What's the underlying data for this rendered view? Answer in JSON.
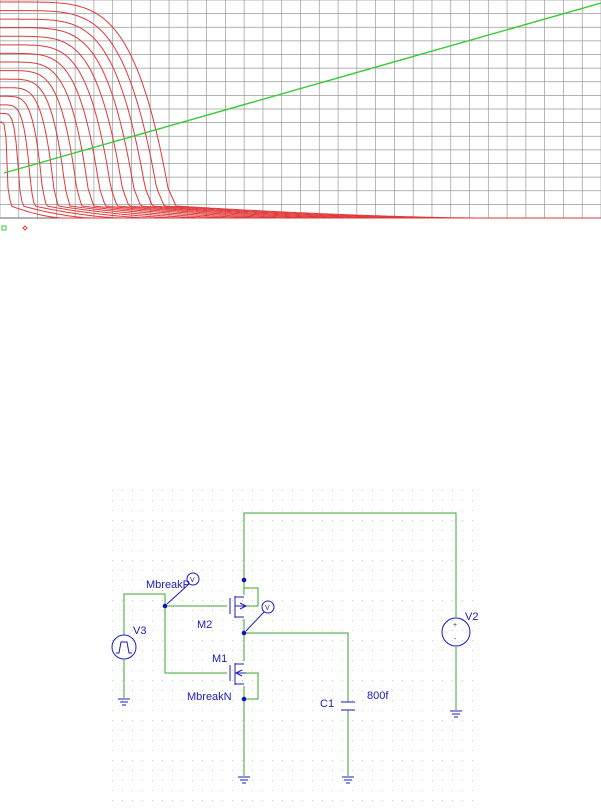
{
  "waveform": {
    "grid_color": "#9a9a9a",
    "trace_colors": {
      "transfer_curves": "#e0393a",
      "ramp": "#33cc33"
    },
    "legend_markers": [
      "green-square-marker",
      "red-diamond-marker"
    ]
  },
  "schematic": {
    "labels": {
      "pmos_model": "MbreakP",
      "pmos_ref": "M2",
      "nmos_ref": "M1",
      "nmos_model": "MbreakN",
      "source_in": "V3",
      "source_supply": "V2",
      "cap_ref": "C1",
      "cap_value": "800f",
      "probe_symbol": "V",
      "plus": "+",
      "minus": "-"
    },
    "colors": {
      "wire": "#3aa635",
      "component": "#1c1cb8",
      "node": "#1111bb"
    }
  }
}
